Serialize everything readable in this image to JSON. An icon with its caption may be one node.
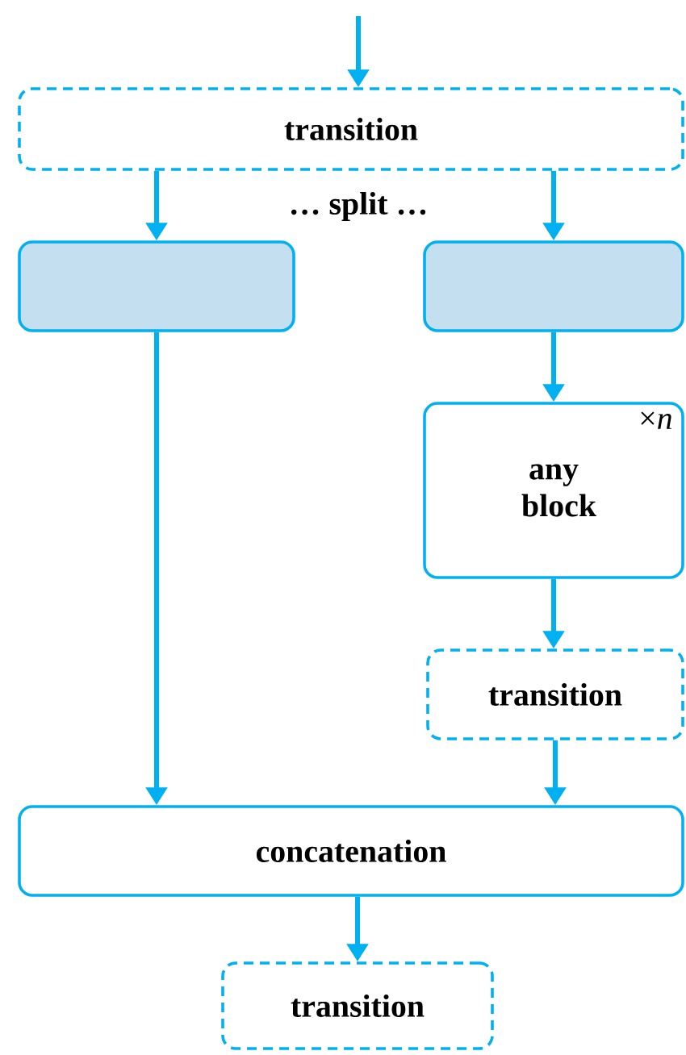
{
  "diagram": {
    "nodes": [
      {
        "text": [
          "transition"
        ]
      },
      {
        "text": [],
        "shape": "box"
      },
      {
        "text": [],
        "shape": "box"
      },
      {
        "text": [
          "any block",
          "×*n*"
        ]
      },
      {
        "text": [
          "transition"
        ]
      },
      {
        "text": [
          "concatenation"
        ]
      },
      {
        "text": [
          "transition"
        ]
      }
    ],
    "edges": [
      {
        "from": null,
        "to": 0,
        "arrow": "to"
      },
      {
        "from": 0,
        "to": 1,
        "arrow": "to"
      },
      {
        "from": 0,
        "to": 2,
        "arrow": "to"
      },
      {
        "from": 1,
        "to": 5,
        "arrow": "to"
      },
      {
        "from": 2,
        "to": 3,
        "arrow": "to"
      },
      {
        "from": 3,
        "to": 4,
        "arrow": "to"
      },
      {
        "from": 4,
        "to": 5,
        "arrow": "to"
      },
      {
        "from": 5,
        "to": 6,
        "arrow": "to"
      }
    ],
    "labels": [
      "… split …"
    ]
  }
}
